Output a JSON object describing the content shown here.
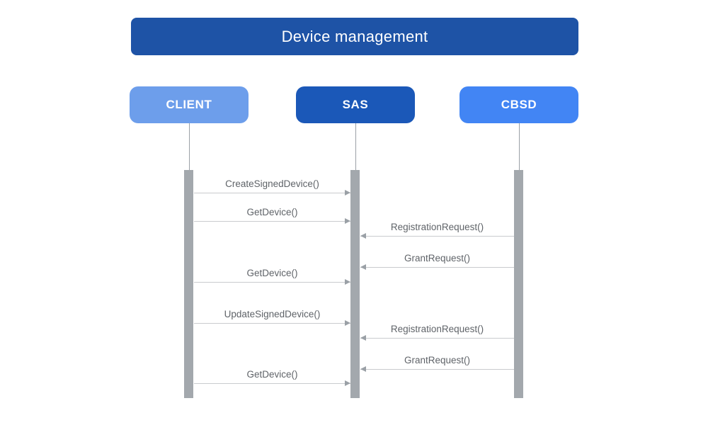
{
  "diagram": {
    "type": "sequence-diagram",
    "title": "Device management",
    "title_bar_color": "#1E53A6",
    "actors": [
      {
        "id": "client",
        "label": "CLIENT",
        "color": "#6D9EEB"
      },
      {
        "id": "sas",
        "label": "SAS",
        "color": "#1B58B8"
      },
      {
        "id": "cbsd",
        "label": "CBSD",
        "color": "#4285F4"
      }
    ],
    "lifeline_color": "#9AA0A6",
    "activation_bar_color": "#A3A8AD",
    "arrow_line_color": "#C9CBCE",
    "arrowhead_color": "#9AA0A6",
    "message_text_color": "#5F6368",
    "messages": [
      {
        "label": "CreateSignedDevice()",
        "from": "CLIENT",
        "to": "SAS"
      },
      {
        "label": "GetDevice()",
        "from": "CLIENT",
        "to": "SAS"
      },
      {
        "label": "RegistrationRequest()",
        "from": "CBSD",
        "to": "SAS"
      },
      {
        "label": "GrantRequest()",
        "from": "CBSD",
        "to": "SAS"
      },
      {
        "label": "GetDevice()",
        "from": "CLIENT",
        "to": "SAS"
      },
      {
        "label": "UpdateSignedDevice()",
        "from": "CLIENT",
        "to": "SAS"
      },
      {
        "label": "RegistrationRequest()",
        "from": "CBSD",
        "to": "SAS"
      },
      {
        "label": "GrantRequest()",
        "from": "CBSD",
        "to": "SAS"
      },
      {
        "label": "GetDevice()",
        "from": "CLIENT",
        "to": "SAS"
      }
    ]
  }
}
